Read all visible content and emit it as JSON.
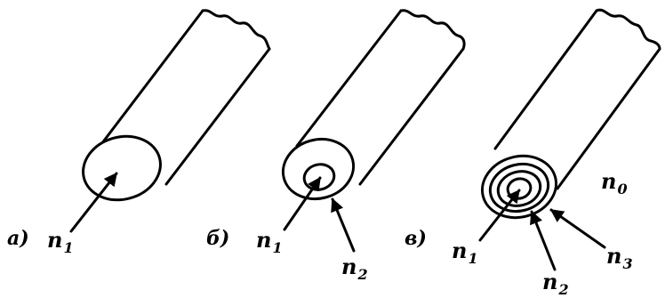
{
  "panels": {
    "a": {
      "tag": "а)",
      "labels": [
        {
          "base": "n",
          "sub": "1"
        }
      ]
    },
    "b": {
      "tag": "б)",
      "labels": [
        {
          "base": "n",
          "sub": "1"
        },
        {
          "base": "n",
          "sub": "2"
        }
      ]
    },
    "c": {
      "tag": "в)",
      "labels": [
        {
          "base": "n",
          "sub": "1"
        },
        {
          "base": "n",
          "sub": "2"
        },
        {
          "base": "n",
          "sub": "3"
        }
      ]
    }
  },
  "ambient": {
    "base": "n",
    "sub": "0"
  },
  "colors": {
    "ink": "#000000",
    "background": "#ffffff"
  }
}
